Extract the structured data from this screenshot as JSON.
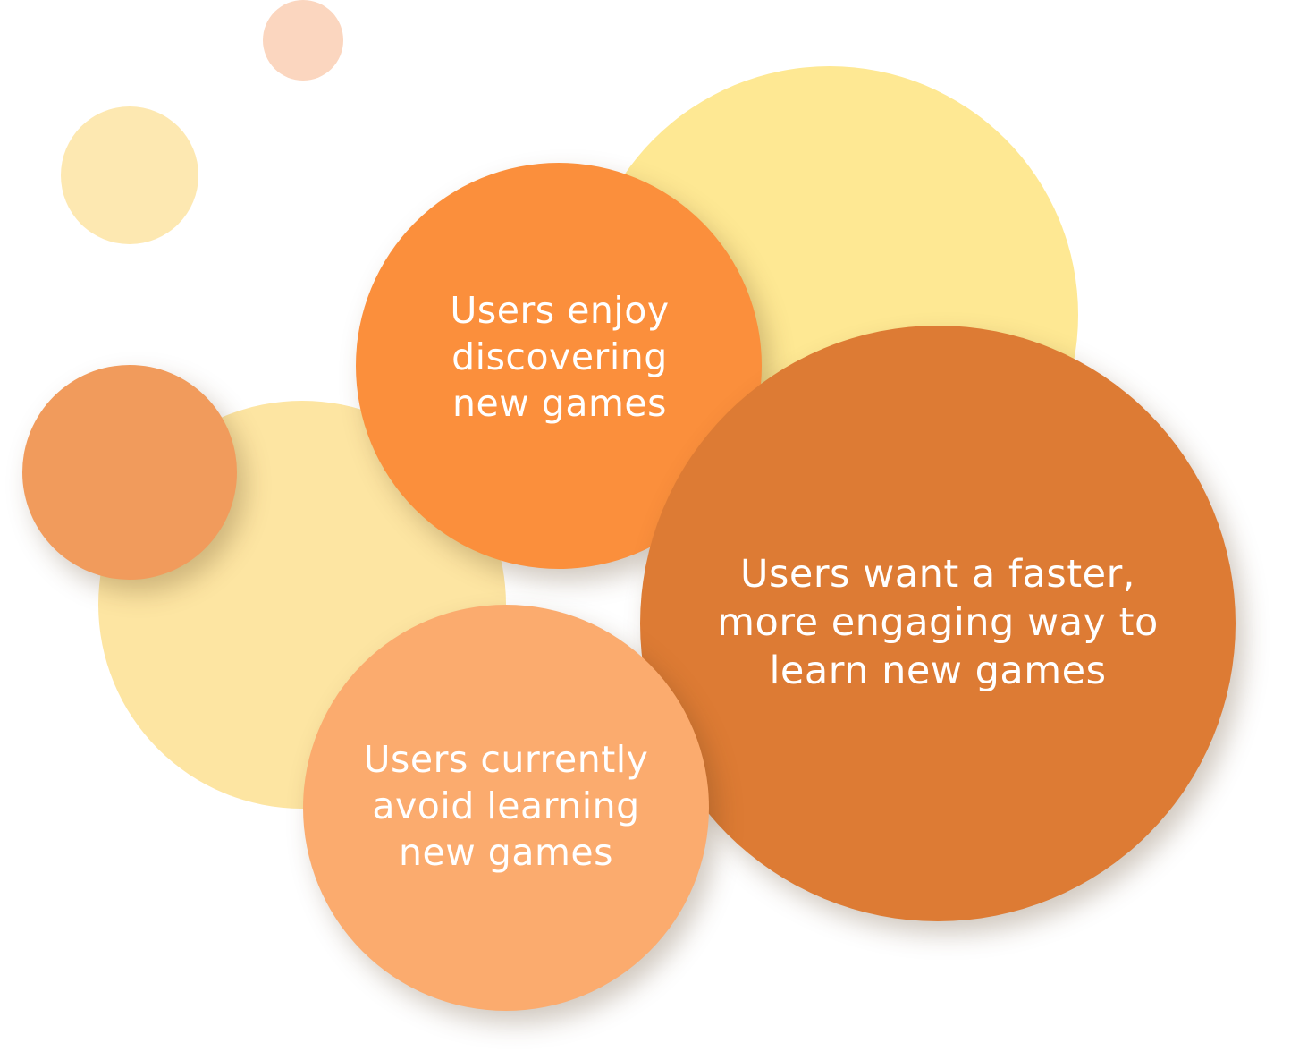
{
  "colors": {
    "small_peach": "#FBD6BF",
    "small_yellow": "#FDE8B1",
    "large_yellow_top": "#FEE893",
    "large_yellow_left": "#FDE5A2",
    "medium_orange": "#F19B5C",
    "enjoy": "#FB8F3C",
    "want": "#DD7B34",
    "avoid": "#FBAB6E",
    "text": "#FFFFFF"
  },
  "bubbles": {
    "enjoy": {
      "lines": [
        "Users enjoy",
        "discovering",
        "new games"
      ]
    },
    "want": {
      "lines": [
        "Users want a faster,",
        "more engaging way to",
        "learn new games"
      ]
    },
    "avoid": {
      "lines": [
        "Users currently",
        "avoid learning",
        "new games"
      ]
    }
  }
}
